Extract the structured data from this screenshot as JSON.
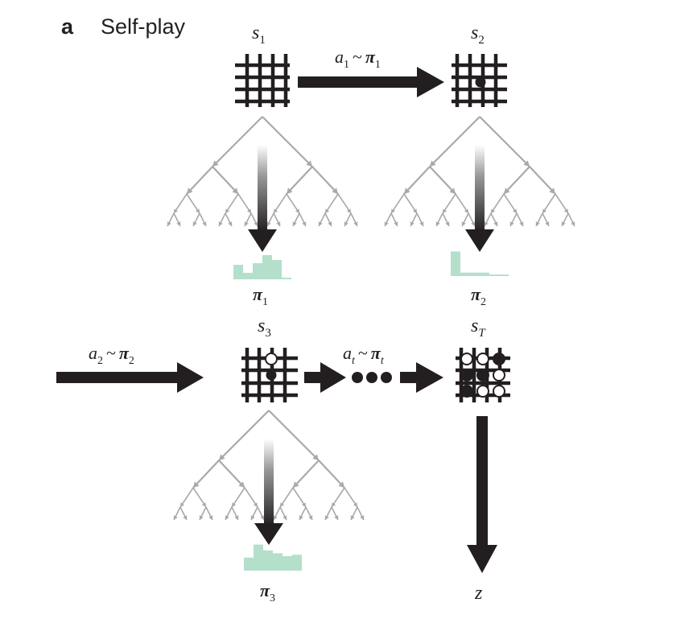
{
  "panel": {
    "letter": "a",
    "title": "Self-play"
  },
  "states": [
    {
      "name": "s",
      "sub": "1"
    },
    {
      "name": "s",
      "sub": "2"
    },
    {
      "name": "s",
      "sub": "3"
    },
    {
      "name": "s",
      "sub": "T"
    }
  ],
  "actions": [
    {
      "a": "a",
      "a_sub": "1",
      "sim": "~",
      "pi": "π",
      "pi_sub": "1"
    },
    {
      "a": "a",
      "a_sub": "2",
      "sim": "~",
      "pi": "π",
      "pi_sub": "2"
    },
    {
      "a": "a",
      "a_sub": "t",
      "sim": "~",
      "pi": "π",
      "pi_sub": "t"
    }
  ],
  "policies": [
    {
      "pi": "π",
      "sub": "1",
      "hist": [
        0.45,
        0.2,
        0.5,
        0.75,
        0.6,
        0.05
      ]
    },
    {
      "pi": "π",
      "sub": "2",
      "hist": [
        0.85,
        0.12,
        0.12,
        0.12,
        0.05,
        0.05
      ]
    },
    {
      "pi": "π",
      "sub": "3",
      "hist": [
        0.45,
        0.9,
        0.7,
        0.6,
        0.5,
        0.55
      ]
    }
  ],
  "outcome": {
    "label": "z"
  },
  "colors": {
    "ink": "#231f20",
    "tree": "#a7a9ac",
    "histogram": "#b4dfcb"
  }
}
